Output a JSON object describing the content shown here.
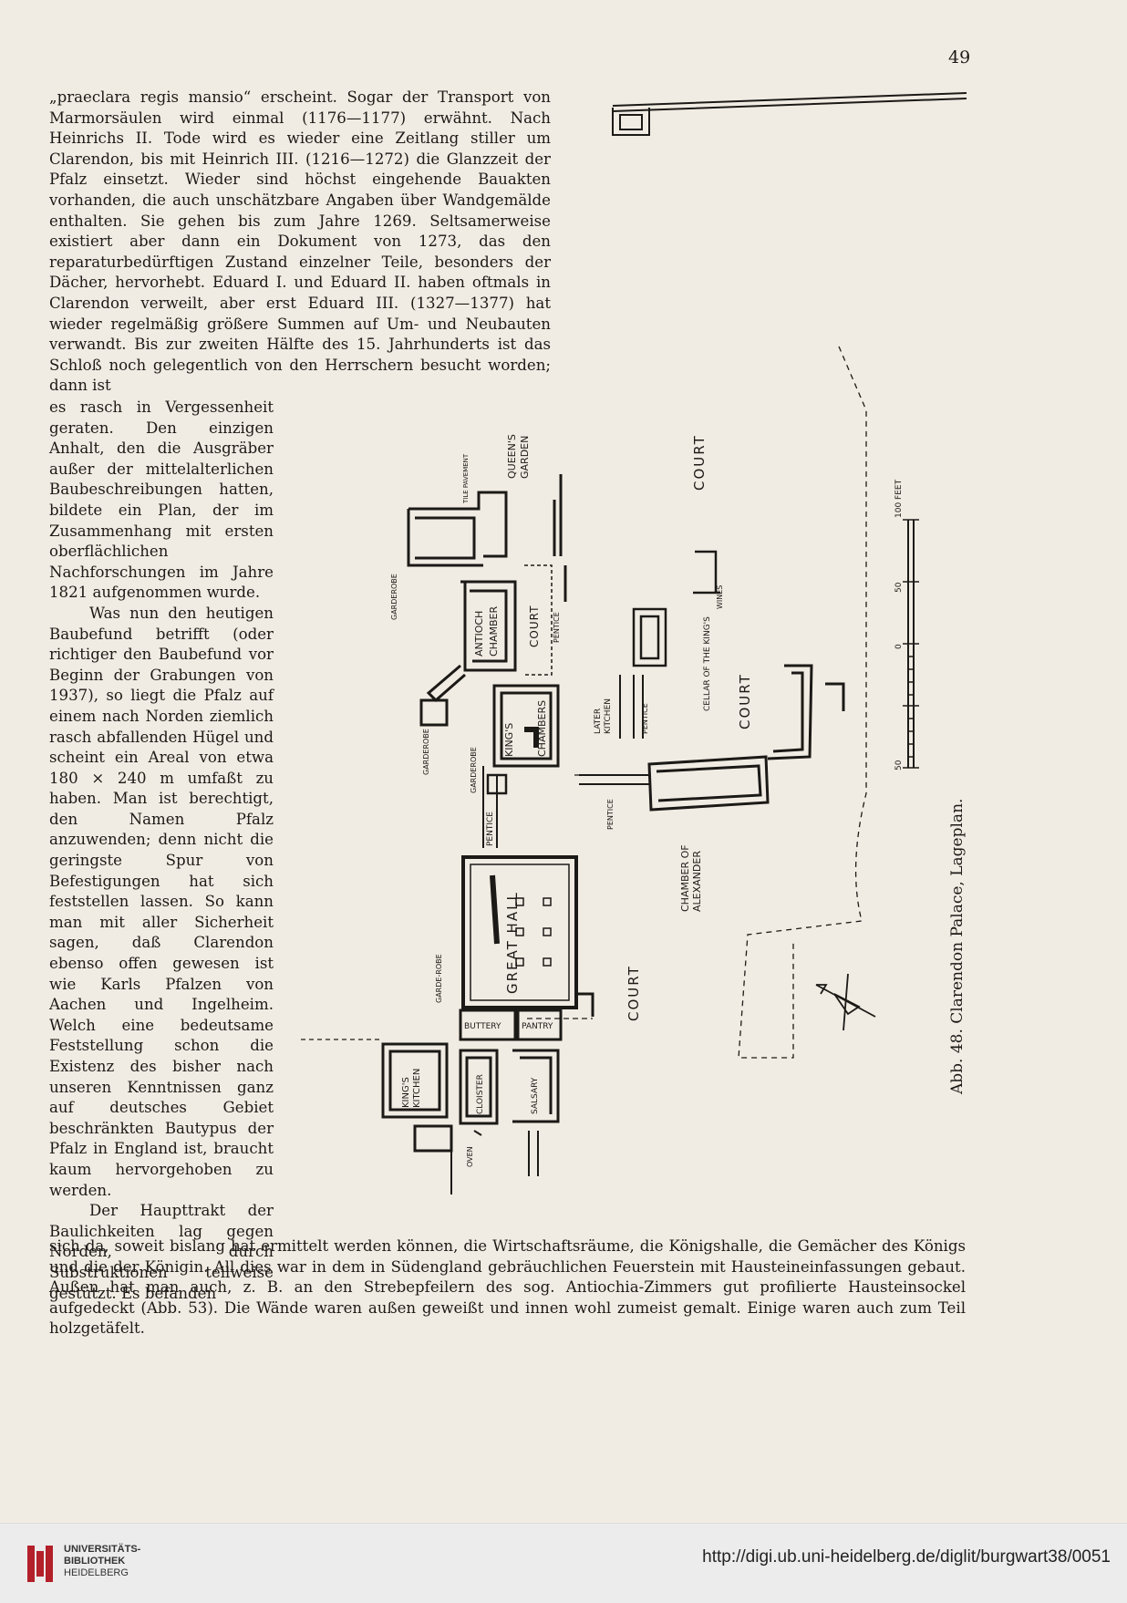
{
  "page": {
    "number": "49"
  },
  "article": {
    "intro": "„praeclara regis mansio“ erscheint. Sogar der Transport von Marmorsäulen wird einmal (1176—1177) erwähnt. Nach Heinrichs II. Tode wird es wieder eine Zeitlang stiller um Clarendon, bis mit Heinrich III. (1216—1272) die Glanzzeit der Pfalz einsetzt. Wieder sind höchst eingehende Bauakten vorhanden, die auch unschätzbare Angaben über Wandgemälde enthalten. Sie gehen bis zum Jahre 1269. Seltsamerweise existiert aber dann ein Dokument von 1273, das den reparaturbedürftigen Zustand einzelner Teile, besonders der Dächer, hervorhebt. Eduard I. und Eduard II. haben oftmals in Clarendon verweilt, aber erst Eduard III. (1327—1377) hat wieder regelmäßig größere Summen auf Um- und Neubauten verwandt. Bis zur zweiten Hälfte des 15. Jahrhunderts ist das Schloß noch gelegentlich von den Herrschern besucht worden; dann ist",
    "narrow_p1": "es rasch in Vergessenheit geraten. Den einzigen Anhalt, den die Ausgräber außer der mittelalterlichen Baubeschreibungen hatten, bildete ein Plan, der im Zusammenhang mit ersten oberflächlichen Nachforschungen im Jahre 1821 aufgenommen wurde.",
    "narrow_p2": "Was nun den heutigen Baubefund betrifft (oder richtiger den Baubefund vor Beginn der Grabungen von 1937), so liegt die Pfalz auf einem nach Norden ziemlich rasch abfallenden Hügel und scheint ein Areal von etwa 180 × 240 m umfaßt zu haben. Man ist berechtigt, den Namen Pfalz anzuwenden; denn nicht die geringste Spur von Befestigungen hat sich feststellen lassen. So kann man mit aller Sicherheit sagen, daß Clarendon ebenso offen gewesen ist wie Karls Pfalzen von Aachen und Ingelheim. Welch eine bedeutsame Feststellung schon die Existenz des bisher nach unseren Kenntnissen ganz auf deutsches Gebiet beschränkten Bautypus der Pfalz in England ist, braucht kaum hervorgehoben zu werden.",
    "narrow_p3": "Der Haupttrakt der Baulichkeiten lag gegen Norden, durch Substruktionen teilweise gestützt. Es befanden",
    "full_width": "sich da, soweit bislang hat ermittelt werden können, die Wirtschaftsräume, die Königshalle, die Gemächer des Königs und die der Königin. All dies war in dem in Südengland gebräuchlichen Feuerstein mit Hausteineinfassungen gebaut. Außen hat man auch, z. B. an den Strebepfeilern des sog. Antiochia-Zimmers gut profilierte Hausteinsockel aufgedeckt (Abb. 53). Die Wände waren außen geweißt und innen wohl zumeist gemalt. Einige waren auch zum Teil holzgetäfelt."
  },
  "figure": {
    "caption": "Abb. 48. Clarendon Palace, Lageplan.",
    "labels": {
      "queens_garden_1": "QUEEN'S",
      "queens_garden_2": "GARDEN",
      "tile_pavement": "TILE PAVEMENT",
      "court_north": "COURT",
      "court_east": "COURT",
      "court_centre": "COURT",
      "court_south": "COURT",
      "garderobe_1": "GARDEROBE",
      "garderobe_2": "GARDEROBE",
      "garderobe_3": "GARDEROBE",
      "garde_robe": "GARDE-ROBE",
      "antioch_1": "ANTIOCH",
      "antioch_2": "CHAMBER",
      "pentice_1": "PENTICE",
      "pentice_2": "PENTICE",
      "pentice_3": "PENTICE",
      "pentice_4": "PENTICE",
      "later_kitchen_1": "LATER",
      "later_kitchen_2": "KITCHEN",
      "cellar_1": "CELLAR OF THE KING'S",
      "cellar_2": "WINES",
      "kings_chambers_1": "KING'S",
      "kings_chambers_2": "CHAMBERS",
      "great_hall": "GREAT HALL",
      "alexander_1": "CHAMBER OF",
      "alexander_2": "ALEXANDER",
      "buttery": "BUTTERY",
      "pantry": "PANTRY",
      "kings_kitchen_1": "KING'S",
      "kings_kitchen_2": "KITCHEN",
      "cloister": "CLOISTER",
      "salsary": "SALSARY",
      "oven": "OVEN",
      "scale_100": "100 FEET",
      "scale_50": "50",
      "scale_0": "0",
      "scale_m50": "50"
    }
  },
  "footer": {
    "library_line1": "UNIVERSITÄTS-",
    "library_line2": "BIBLIOTHEK",
    "library_line3": "HEIDELBERG",
    "url": "http://digi.ub.uni-heidelberg.de/diglit/burgwart38/0051"
  }
}
